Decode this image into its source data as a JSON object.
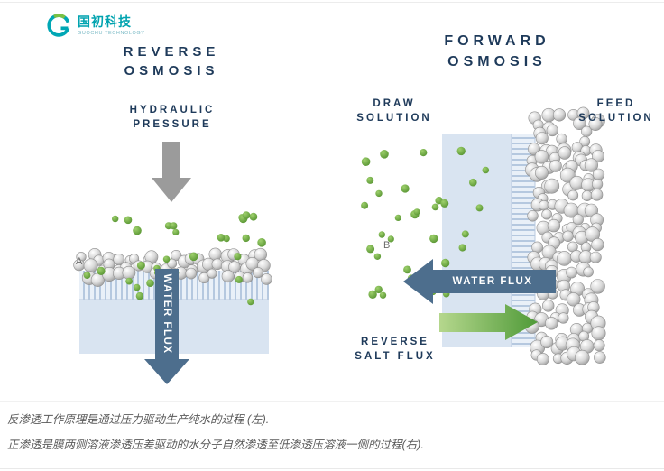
{
  "logo": {
    "name": "国初科技",
    "subtitle": "GUOCHU TECHNOLOGY"
  },
  "left": {
    "title": [
      "REVERSE",
      "OSMOSIS"
    ],
    "pressure_label": [
      "HYDRAULIC",
      "PRESSURE"
    ],
    "marker": "A",
    "water_flux": "WATER FLUX"
  },
  "right": {
    "title": [
      "FORWARD",
      "OSMOSIS"
    ],
    "draw_label": [
      "DRAW",
      "SOLUTION"
    ],
    "feed_label": [
      "FEED",
      "SOLUTION"
    ],
    "marker": "B",
    "water_flux": "WATER FLUX",
    "salt_flux_label": [
      "REVERSE",
      "SALT FLUX"
    ]
  },
  "captions": [
    "反渗透工作原理是通过压力驱动生产纯水的过程 (左).",
    "正渗透是膜两侧溶液渗透压差驱动的水分子自然渗透至低渗透压溶液一侧的过程(右)."
  ],
  "colors": {
    "flux_arrow": "#4d6e8d",
    "pressure_arrow": "#9b9b9b",
    "salt_arrow_green": "#4f9a38",
    "solute_green": "#69a83f",
    "membrane_fill": "#d9e4f1",
    "title_navy": "#1e3a5a",
    "logo_teal": "#00a3af",
    "caption_gray": "#5a5a5a"
  }
}
